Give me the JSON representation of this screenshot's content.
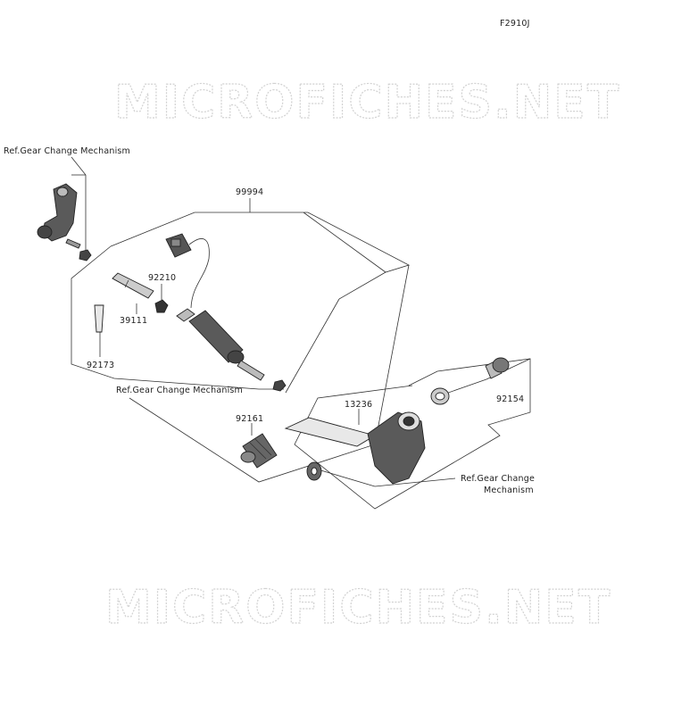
{
  "figure_code": "F2910J",
  "watermark": "MICROFICHES.NET",
  "parts": {
    "p99994": "99994",
    "p92210": "92210",
    "p39111": "39111",
    "p92173": "92173",
    "p92154": "92154",
    "p13236": "13236",
    "p92161": "92161"
  },
  "refs": {
    "ref_top": "Ref.Gear Change Mechanism",
    "ref_mid": "Ref.Gear Change Mechanism",
    "ref_right_line1": "Ref.Gear Change",
    "ref_right_line2": "Mechanism"
  }
}
